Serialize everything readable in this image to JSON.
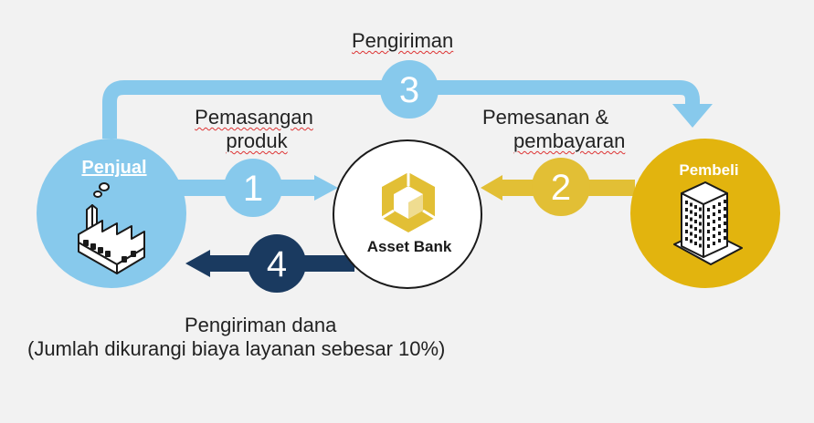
{
  "nodes": {
    "seller": {
      "label": "Penjual",
      "color": "#87c9ec"
    },
    "buyer": {
      "label": "Pembeli",
      "color": "#e2b40e"
    },
    "bank": {
      "label": "Asset Bank",
      "logo_color": "#e2bf35"
    }
  },
  "steps": [
    {
      "number": "3",
      "color": "#87c9ec",
      "text": "Pengiriman"
    },
    {
      "number": "1",
      "color": "#87c9ec",
      "line1": "Pemasangan",
      "line2": "produk"
    },
    {
      "number": "2",
      "color": "#e2bf35",
      "line1": "Pemesanan &",
      "line2": "pembayaran"
    },
    {
      "number": "4",
      "color": "#1a3a60",
      "line1": "Pengiriman dana",
      "line2": "(Jumlah dikurangi biaya layanan sebesar 10%)"
    }
  ],
  "icons": {
    "seller": "factory-icon",
    "buyer": "office-building-icon",
    "bank": "hexagon-logo-icon"
  }
}
